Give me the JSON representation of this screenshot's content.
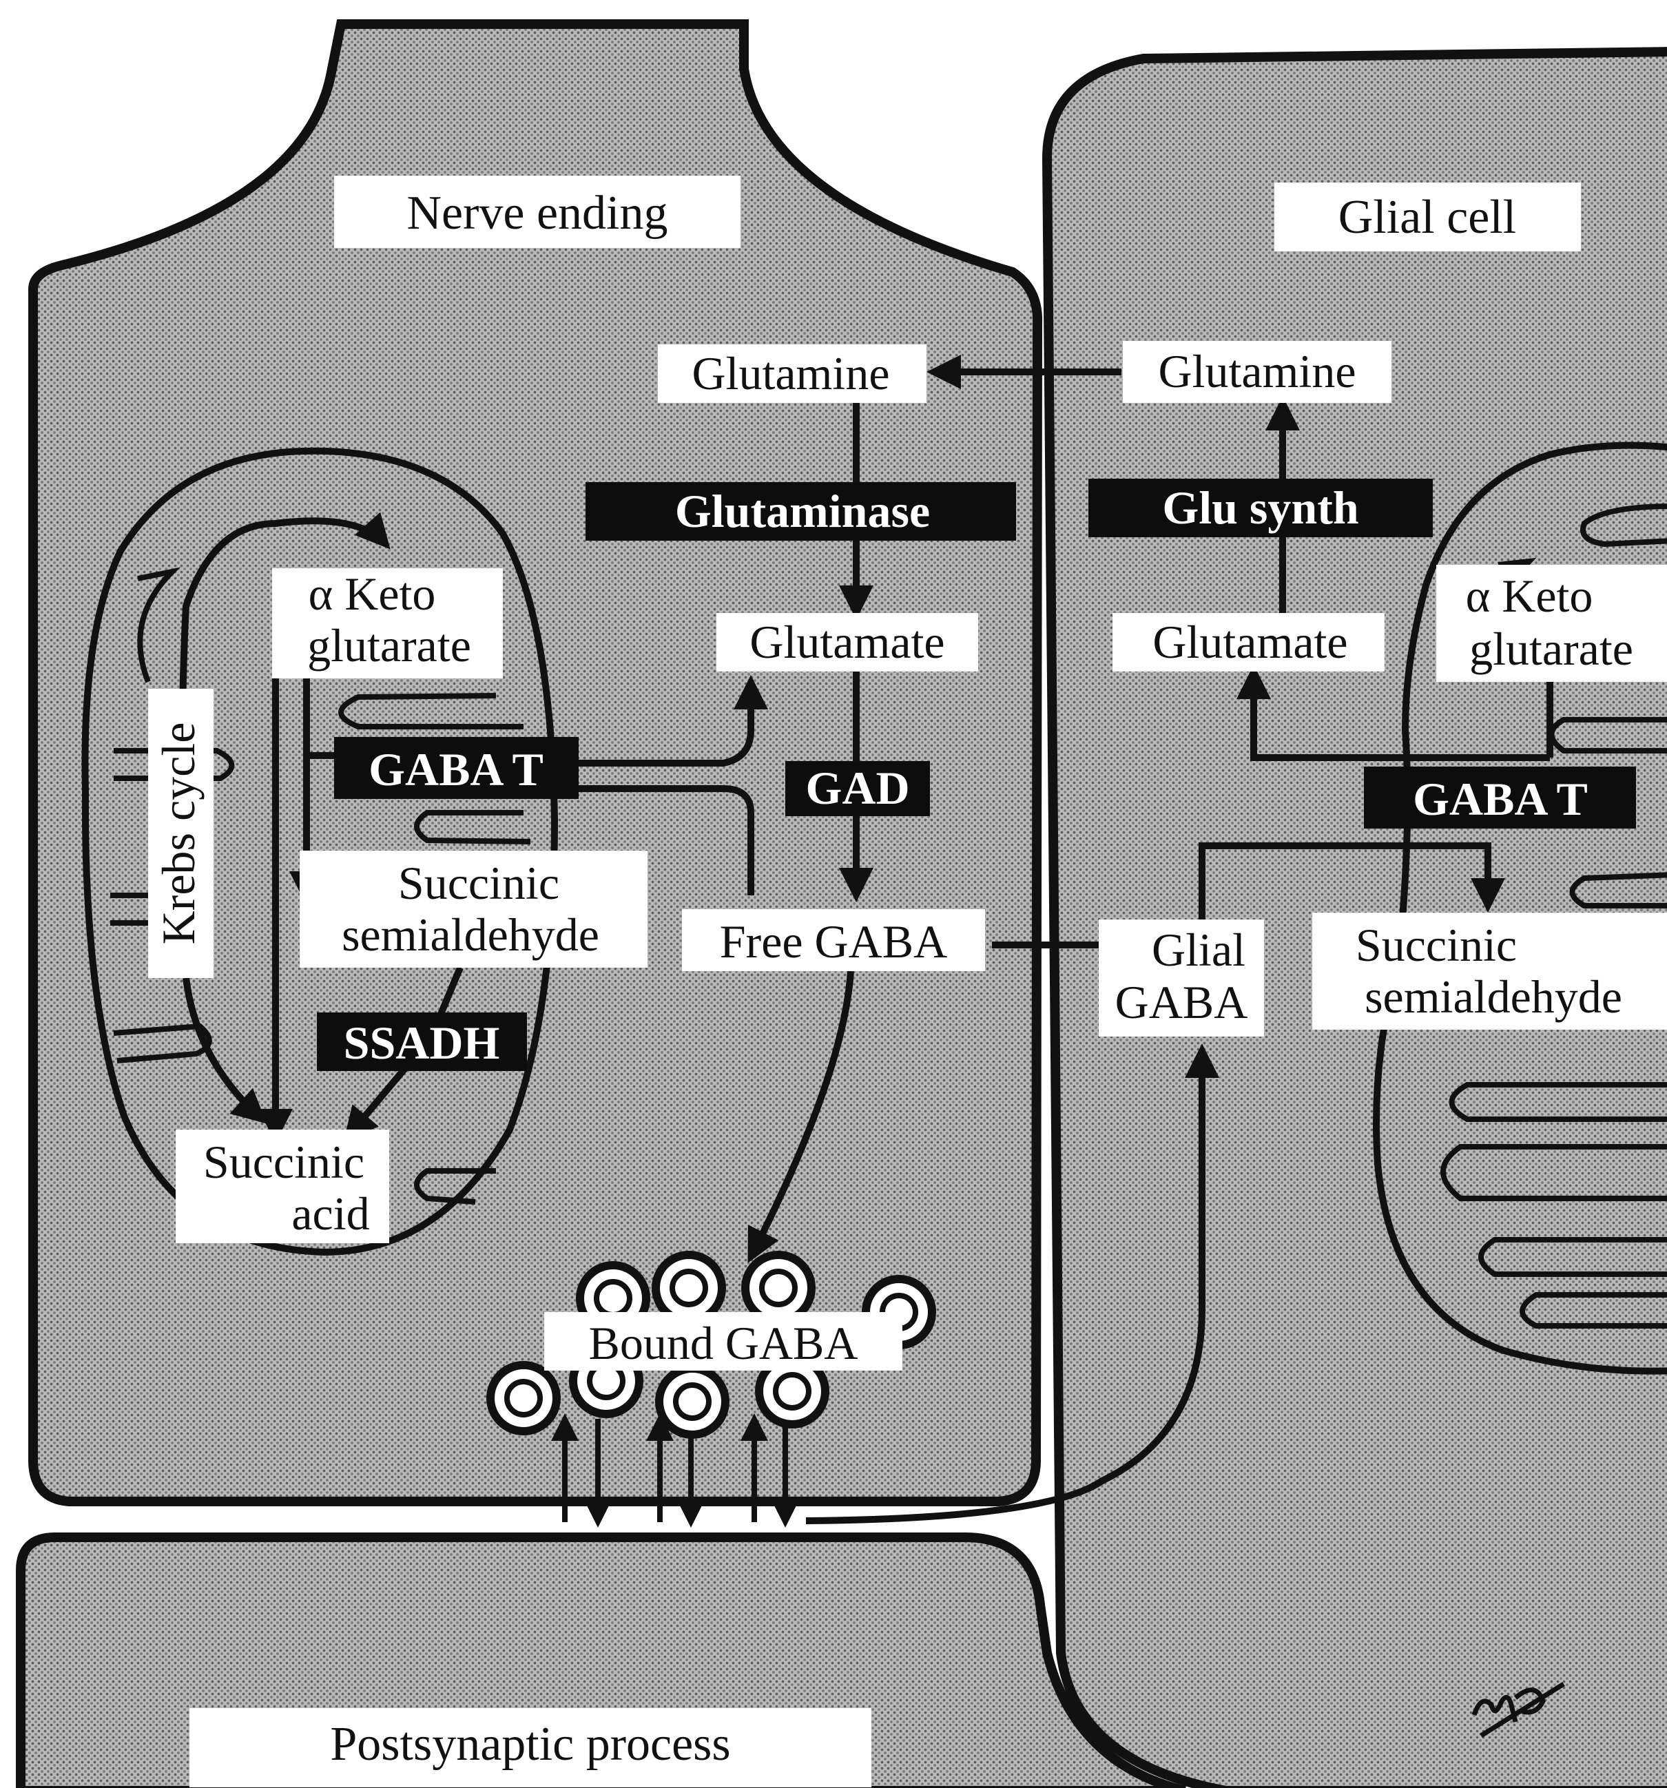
{
  "regions": {
    "nerve_ending": "Nerve ending",
    "glial_cell": "Glial cell",
    "postsynaptic": "Postsynaptic process"
  },
  "nerve": {
    "glutamine": "Glutamine",
    "glutaminase": "Glutaminase",
    "glutamate": "Glutamate",
    "gad": "GAD",
    "free_gaba": "Free GABA",
    "bound_gaba": "Bound GABA",
    "krebs_cycle": "Krebs cycle",
    "keto_line1": "α Keto",
    "keto_line2": "glutarate",
    "gaba_t": "GABA T",
    "ssa_line1": "Succinic",
    "ssa_line2": "semialdehyde",
    "ssadh": "SSADH",
    "succ_line1": "Succinic",
    "succ_line2": "acid"
  },
  "glia": {
    "glutamine": "Glutamine",
    "glu_synth": "Glu synth",
    "glutamate": "Glutamate",
    "keto_line1": "α Keto",
    "keto_line2": "glutarate",
    "gaba_t": "GABA T",
    "glial_gaba_line1": "Glial",
    "glial_gaba_line2": "GABA",
    "ssa_line1": "Succinic",
    "ssa_line2": "semialdehyde"
  },
  "signature": "MB"
}
